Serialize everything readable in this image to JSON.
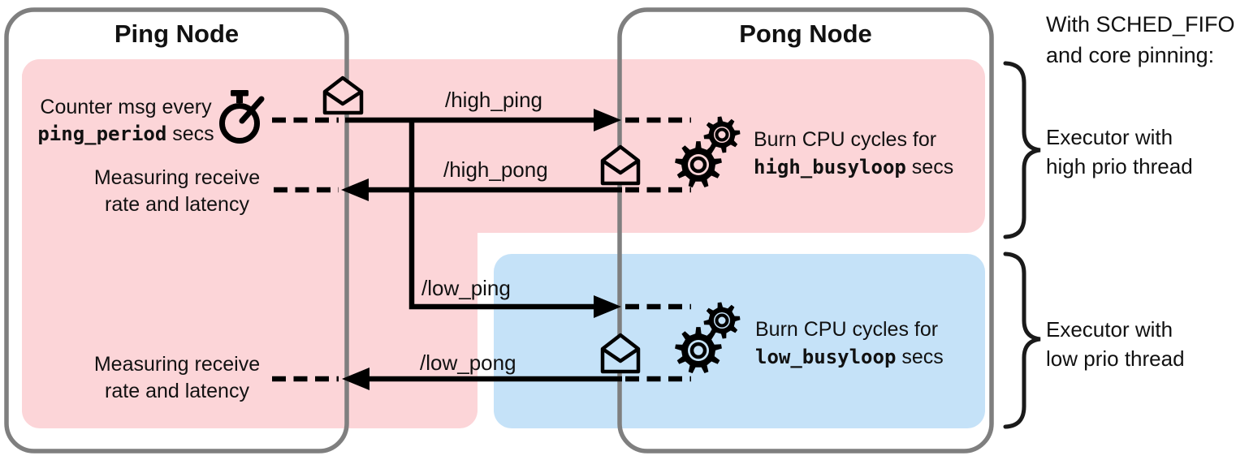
{
  "diagram": {
    "ping_node": {
      "title": "Ping Node",
      "timer_caption": {
        "line1": "Counter msg every",
        "param": "ping_period",
        "suffix": " secs"
      },
      "measure_high": {
        "line1": "Measuring receive",
        "line2": "rate and latency"
      },
      "measure_low": {
        "line1": "Measuring receive",
        "line2": "rate and latency"
      }
    },
    "pong_node": {
      "title": "Pong Node",
      "burn_high": {
        "line1": "Burn CPU cycles for",
        "param": "high_busyloop",
        "suffix": " secs"
      },
      "burn_low": {
        "line1": "Burn CPU cycles for",
        "param": "low_busyloop",
        "suffix": " secs"
      }
    },
    "topics": {
      "high_ping": "/high_ping",
      "high_pong": "/high_pong",
      "low_ping": "/low_ping",
      "low_pong": "/low_pong"
    },
    "side_note": {
      "line1": "With SCHED_FIFO",
      "line2": "and core pinning:"
    },
    "executor_high": {
      "line1": "Executor with",
      "line2": "high prio thread"
    },
    "executor_low": {
      "line1": "Executor with",
      "line2": "low prio thread"
    },
    "colors": {
      "high_priority_region": "#fcd5d8",
      "low_priority_region": "#c5e2f8",
      "node_border": "#7f7f7f",
      "line": "#000000"
    },
    "icons": {
      "timer": "stopwatch-icon",
      "message": "open-envelope-icon",
      "processing": "gears-icon",
      "grouping": "curly-brace"
    }
  }
}
